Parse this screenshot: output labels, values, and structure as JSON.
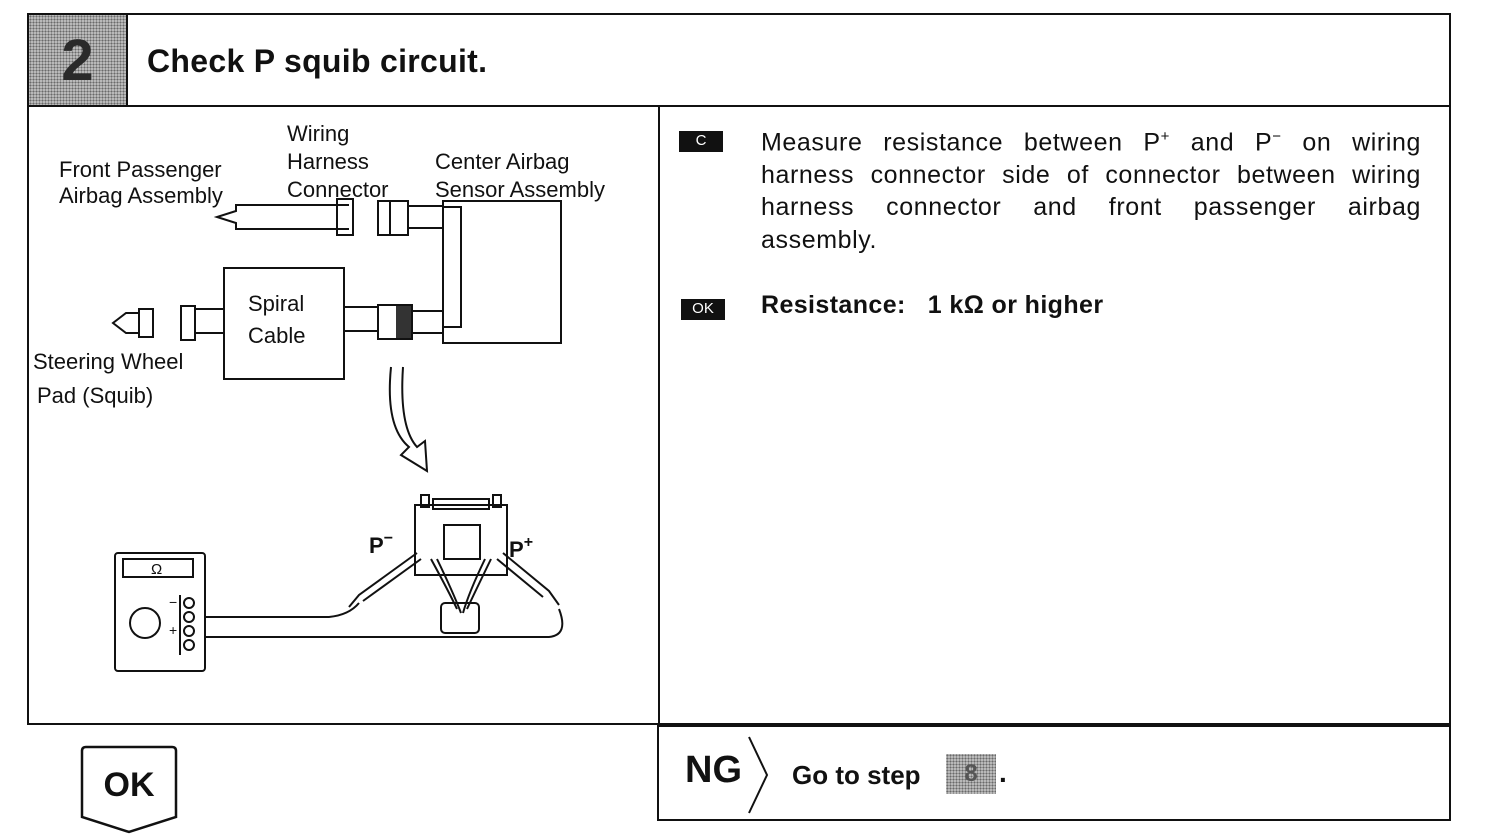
{
  "header": {
    "step_number": "2",
    "title": "Check P squib circuit."
  },
  "diagram": {
    "labels": {
      "front_passenger_airbag_line1": "Front Passenger",
      "front_passenger_airbag_line2": "Airbag Assembly",
      "wiring_harness_line1": "Wiring",
      "wiring_harness_line2": "Harness",
      "wiring_harness_line3": "Connector",
      "center_airbag_line1": "Center Airbag",
      "center_airbag_line2": "Sensor Assembly",
      "spiral_cable_line1": "Spiral",
      "spiral_cable_line2": "Cable",
      "steering_wheel_line1": "Steering Wheel",
      "steering_wheel_line2": "Pad (Squib)",
      "p_minus": "P",
      "p_minus_sup": "−",
      "p_plus": "P",
      "p_plus_sup": "+",
      "meter_display": "Ω",
      "meter_minus": "−",
      "meter_plus": "+"
    }
  },
  "instruction": {
    "tag": "C",
    "part1": "Measure resistance between P",
    "sup1": "+",
    "part2": " and P",
    "sup2": "−",
    "part3": " on wiring harness connector side of connector between wiring harness connector and front passenger airbag assembly."
  },
  "spec": {
    "tag": "OK",
    "text": "Resistance:   1 kΩ or higher"
  },
  "ok_branch": {
    "label": "OK"
  },
  "ng_branch": {
    "label": "NG",
    "text": "Go to step",
    "target_step": "8",
    "period": "."
  }
}
